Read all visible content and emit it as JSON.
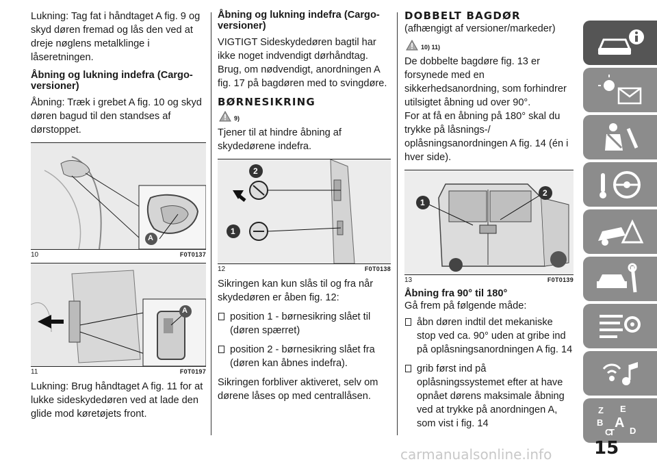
{
  "col1": {
    "p1": "Lukning: Tag fat i håndtaget A fig. 9 og skyd døren fremad og lås den ved at dreje nøglens metalklinge i låseretningen.",
    "h1": "Åbning og lukning indefra (Cargo-versioner)",
    "p2": "Åbning: Træk i grebet A fig. 10 og skyd døren bagud til den standses af dørstoppet.",
    "fig10": {
      "num": "10",
      "code": "F0T0137",
      "label_a": "A"
    },
    "fig11": {
      "num": "11",
      "code": "F0T0197",
      "label_a": "A"
    },
    "p3": "Lukning: Brug håndtaget A fig. 11 for at lukke sideskydedøren ved at lade den glide mod køretøjets front."
  },
  "col2": {
    "h1": "Åbning og lukning indefra (Cargo-versioner)",
    "p1": "VIGTIGT Sideskydedøren bagtil har ikke noget indvendigt dørhåndtag. Brug, om nødvendigt, anordningen A fig. 17 på bagdøren med to svingdøre.",
    "h2": "BØRNESIKRING",
    "warn": "9)",
    "p2": "Tjener til at hindre åbning af skydedørene indefra.",
    "fig12": {
      "num": "12",
      "code": "F0T0138",
      "label_1": "1",
      "label_2": "2"
    },
    "p3": "Sikringen kan kun slås til og fra når skydedøren er åben fig. 12:",
    "b1": "position 1 - børnesikring slået til (døren spærret)",
    "b2": "position 2 - børnesikring slået fra (døren kan åbnes indefra).",
    "p4": "Sikringen forbliver aktiveret, selv om dørene låses op med centrallåsen."
  },
  "col3": {
    "h2": "DOBBELT BAGDØR",
    "sub": "(afhængigt af versioner/markeder)",
    "warn": "10) 11)",
    "p1": "De dobbelte bagdøre fig. 13 er forsynede med en sikkerhedsanordning, som forhindrer utilsigtet åbning ud over 90°.",
    "p2": "For at få en åbning på 180° skal du trykke på låsnings-/ oplåsningsanordningen A fig. 14 (én i hver side).",
    "fig13": {
      "num": "13",
      "code": "F0T0139",
      "label_1": "1",
      "label_2": "2"
    },
    "h1": "Åbning fra 90° til 180°",
    "p3": "Gå frem på følgende måde:",
    "b1": "åbn døren indtil det mekaniske stop ved ca. 90° uden at gribe ind på oplåsningsanordningen A fig. 14",
    "b2": "grib først ind på oplåsningssystemet efter at have opnået dørens maksimale åbning ved at trykke på anordningen A, som vist i fig. 14"
  },
  "sidebar": {
    "tabs": [
      "car-info-icon",
      "warning-lights-icon",
      "seat-safety-icon",
      "driving-icon",
      "emergency-icon",
      "maintenance-icon",
      "technical-data-icon",
      "multimedia-icon",
      "index-icon"
    ],
    "index_letters": [
      "Z",
      "E",
      "B",
      "A",
      "C",
      "T",
      "D"
    ]
  },
  "page_number": "15",
  "watermark": "carmanualsonline.info"
}
